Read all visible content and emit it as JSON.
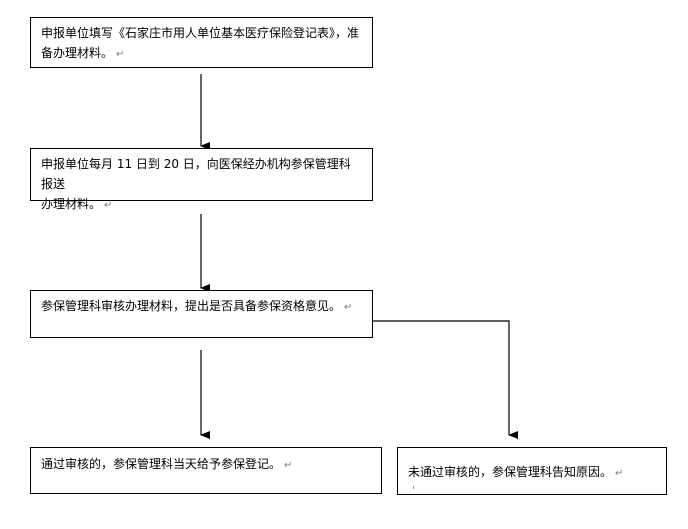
{
  "steps": [
    {
      "id": "step-1",
      "lines": [
        "申报单位填写《石家庄市用人单位基本医疗保险登记表》，准",
        "备办理材料。"
      ]
    },
    {
      "id": "step-2",
      "lines": [
        "申报单位每月 11 日到 20 日，向医保经办机构参保管理科报送",
        "办理材料。"
      ]
    },
    {
      "id": "step-3",
      "lines": [
        "参保管理科审核办理材料，提出是否具备参保资格意见。"
      ]
    },
    {
      "id": "step-4",
      "lines": [
        "通过审核的，参保管理科当天给予参保登记。"
      ]
    },
    {
      "id": "step-5",
      "lines": [
        "未通过审核的，参保管理科告知原因。"
      ]
    }
  ],
  "paragraph_mark": "↵",
  "colors": {
    "border": "#000000",
    "text": "#000000",
    "mark": "#7a7a7a"
  }
}
